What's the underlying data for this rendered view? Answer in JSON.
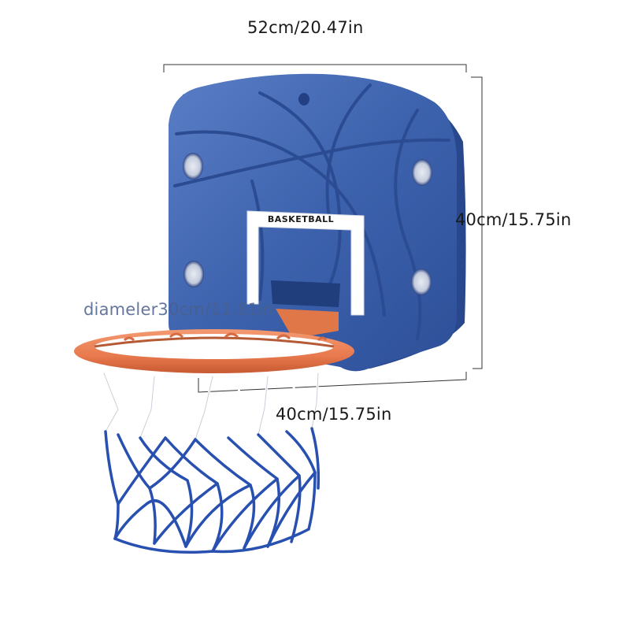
{
  "dimensions": {
    "width": "52cm/20.47in",
    "height": "40cm/15.75in",
    "depth": "40cm/15.75in",
    "diameter": "diameler30cm/11.81in"
  },
  "product": {
    "board_text": "BASKETBALL"
  },
  "colors": {
    "backboard": "#3d62ad",
    "backboard_dark": "#2a4a8f",
    "rim": "#e9794e",
    "net_top": "#ffffff",
    "net_bottom": "#2850b0"
  }
}
